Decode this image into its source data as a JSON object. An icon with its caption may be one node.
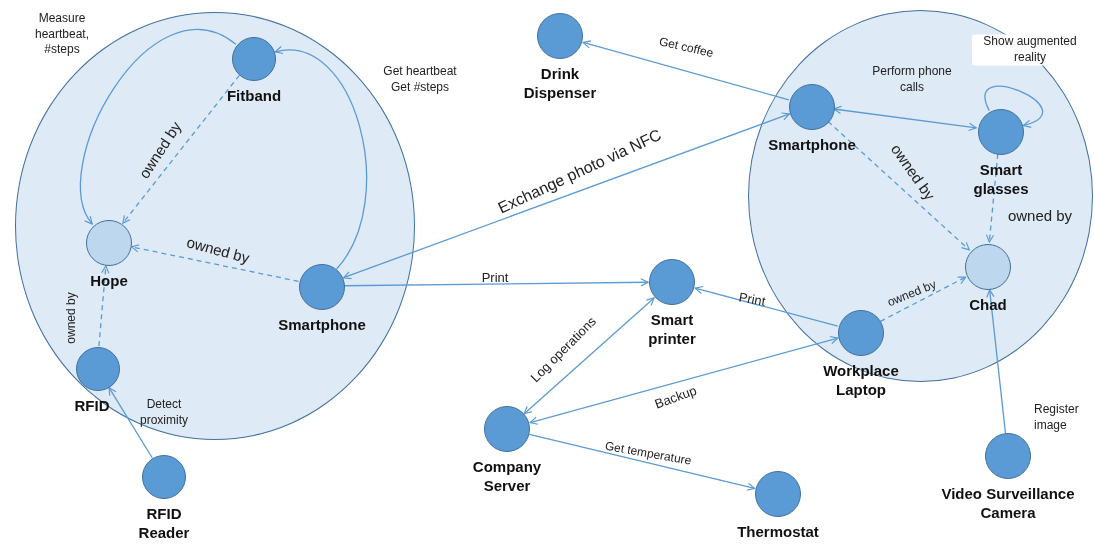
{
  "diagram": {
    "nodes": [
      {
        "text": [],
        "shape": "circle"
      },
      {
        "text": [
          "Fitband"
        ],
        "in": 0
      },
      {
        "text": [
          "Hope"
        ],
        "in": 0
      },
      {
        "text": [
          "Smartphone"
        ],
        "in": 0
      },
      {
        "text": [
          "RFID"
        ],
        "in": 0
      },
      {
        "text": [
          "RFID Reader"
        ]
      },
      {
        "text": [
          "Drink Dispenser"
        ]
      },
      {
        "text": [],
        "shape": "circle"
      },
      {
        "text": [
          "Smartphone"
        ],
        "in": 7
      },
      {
        "text": [
          "Smart glasses"
        ],
        "in": 7
      },
      {
        "text": [
          "Chad"
        ],
        "in": 7
      },
      {
        "text": [
          "Workplace Laptop"
        ],
        "in": 7
      },
      {
        "text": [
          "Smart printer"
        ]
      },
      {
        "text": [
          "Company Server"
        ]
      },
      {
        "text": [
          "Thermostat"
        ]
      },
      {
        "text": [
          "Video Surveillance Camera"
        ]
      }
    ],
    "edges": [
      {
        "from": 1,
        "to": 2,
        "arrow": "to",
        "label": "Measure heartbeat, #steps"
      },
      {
        "from": 1,
        "to": 2,
        "arrow": "to",
        "label": "owned by",
        "style": "dashed"
      },
      {
        "from": 3,
        "to": 1,
        "arrow": "to",
        "label": "Get heartbeat Get #steps"
      },
      {
        "from": 3,
        "to": 2,
        "arrow": "to",
        "label": "owned by",
        "style": "dashed"
      },
      {
        "from": 4,
        "to": 2,
        "arrow": "to",
        "label": "owned by",
        "style": "dashed"
      },
      {
        "from": 5,
        "to": 4,
        "arrow": "to",
        "label": "Detect proximity"
      },
      {
        "from": 8,
        "to": 3,
        "arrow": "both",
        "label": "Exchange photo via NFC"
      },
      {
        "from": 3,
        "to": 12,
        "arrow": "to",
        "label": "Print"
      },
      {
        "from": 8,
        "to": 6,
        "arrow": "to",
        "label": "Get coffee"
      },
      {
        "from": 8,
        "to": 9,
        "arrow": "both",
        "label": "Perform phone calls"
      },
      {
        "from": 9,
        "to": 9,
        "arrow": "to",
        "label": "Show augmented reality"
      },
      {
        "from": 8,
        "to": 10,
        "arrow": "to",
        "label": "owned by",
        "style": "dashed"
      },
      {
        "from": 9,
        "to": 10,
        "arrow": "to",
        "label": "owned by",
        "style": "dashed"
      },
      {
        "from": 11,
        "to": 10,
        "arrow": "to",
        "label": "owned by",
        "style": "dashed"
      },
      {
        "from": 11,
        "to": 12,
        "arrow": "to",
        "label": "Print"
      },
      {
        "from": 11,
        "to": 13,
        "arrow": "both",
        "label": "Backup"
      },
      {
        "from": 13,
        "to": 12,
        "arrow": "both",
        "label": "Log operations"
      },
      {
        "from": 13,
        "to": 14,
        "arrow": "to",
        "label": "Get temperature"
      },
      {
        "from": 15,
        "to": 10,
        "arrow": "to",
        "label": "Register image"
      }
    ]
  }
}
